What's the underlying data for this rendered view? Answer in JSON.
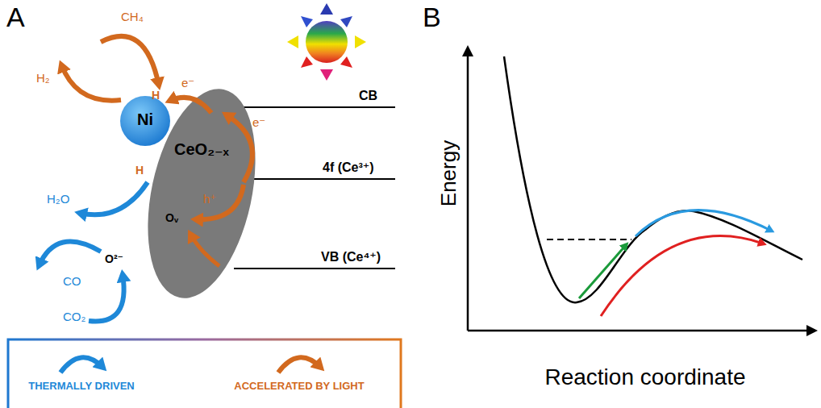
{
  "diagram": {
    "nodes": [
      {
        "text": [
          "Ni"
        ]
      },
      {
        "text": [
          "CeO₂₋ₓ"
        ]
      }
    ],
    "labels": [
      "A",
      "CH₄",
      "H₂",
      "H",
      "H",
      "e⁻",
      "e⁻",
      "h⁺",
      "Oᵥ",
      "H₂O",
      "O²⁻",
      "CO",
      "CO₂",
      "CB",
      "4f (Ce³⁺)",
      "VB (Ce⁴⁺)",
      "B",
      "Energy",
      "Reaction coordinate"
    ],
    "legend": [
      {
        "text": "THERMALLY DRIVEN"
      },
      {
        "text": "ACCELERATED BY LIGHT"
      }
    ]
  }
}
